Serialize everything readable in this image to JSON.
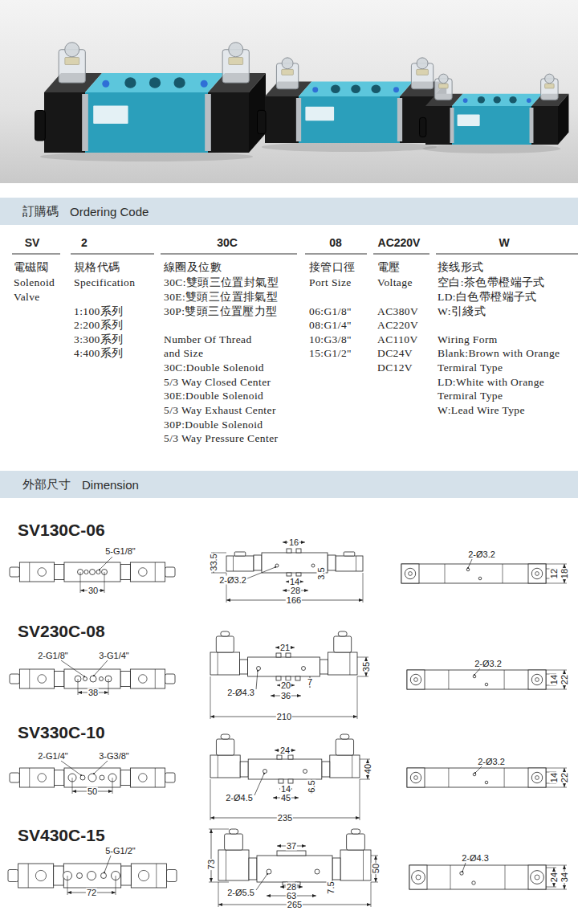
{
  "diagram": {
    "nodes": [
      {
        "text": [
          "訂購碼",
          "Ordering Code"
        ]
      },
      {
        "text": [
          "外部尺寸",
          "Dimension"
        ]
      }
    ],
    "labels": [
      "SV",
      "2",
      "30C",
      "08",
      "AC220V",
      "W",
      "電磁閥",
      "Solenoid",
      "Valve",
      "規格代碼",
      "Specification",
      "1:100系列",
      "2:200系列",
      "3:300系列",
      "4:400系列",
      "線圈及位數",
      "30C:雙頭三位置封氣型",
      "30E:雙頭三位置排氣型",
      "30P:雙頭三位置壓力型",
      "Number Of Thread",
      "and Size",
      "30C:Double Solenoid",
      "5/3 Way Closed Center",
      "30E:Double Solenoid",
      "5/3 Way Exhaust Center",
      "30P:Double Solenoid",
      "5/3 Way Pressure Center",
      "接管口徑",
      "Port Size",
      "06:G1/8\"",
      "08:G1/4\"",
      "10:G3/8\"",
      "15:G1/2\"",
      "電壓",
      "Voltage",
      "AC380V",
      "AC220V",
      "AC110V",
      "DC24V",
      "DC12V",
      "接线形式",
      "空白:茶色帶橙端子式",
      "LD:白色帶橙端子式",
      "W:引綫式",
      "Wiring Form",
      "Blank:Brown with Orange",
      "Termiral Type",
      "LD:White with Orange",
      "Termiral Type",
      "W:Lead Wire Type",
      "SV130C-06",
      "5-G1/8\"",
      "30",
      "16",
      "33.5",
      "2-Ø3.2",
      "14",
      "28",
      "3.5",
      "166",
      "2-Ø3.2",
      "12",
      "18",
      "SV230C-08",
      "2-G1/8\"",
      "3-G1/4\"",
      "38",
      "21",
      "35",
      "2-Ø4.3",
      "20",
      "36",
      "7",
      "210",
      "2-Ø3.2",
      "14",
      "22",
      "SV330C-10",
      "2-G1/4\"",
      "3-G3/8\"",
      "50",
      "24",
      "40",
      "2-Ø4.5",
      "14",
      "45",
      "6.5",
      "235",
      "2-Ø3.2",
      "14",
      "22",
      "SV430C-15",
      "5-G1/2\"",
      "72",
      "37",
      "73",
      "50",
      "2-Ø5.5",
      "28",
      "63",
      "7.5",
      "265",
      "2-Ø4.3",
      "24",
      "34"
    ]
  }
}
